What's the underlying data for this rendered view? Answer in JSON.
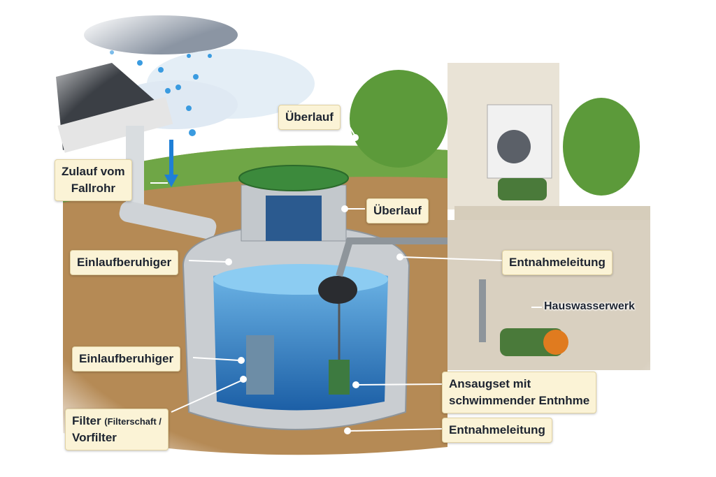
{
  "labels": {
    "overflow_top": "Überlauf",
    "inlet_line1": "Zulauf vom",
    "inlet_line2": "Fallrohr",
    "overflow_shaft": "Überlauf",
    "calmer_top": "Einlaufberuhiger",
    "withdrawal_top": "Entnahmeleitung",
    "pump": "Hauswasserwerk",
    "calmer_bottom": "Einlaufberuhiger",
    "suction_line1": "Ansaugset mit",
    "suction_line2": "schwimmender Entnhme",
    "filter_main": "Filter",
    "filter_paren": "(Filterschaft /",
    "filter_line2": "Vorfilter",
    "withdrawal_bottom": "Entnahmeleitung"
  },
  "colors": {
    "label_bg": "#fbf3d6",
    "water": "#2f7fc4",
    "lid": "#3c8a3c",
    "soil": "#b58a55"
  }
}
